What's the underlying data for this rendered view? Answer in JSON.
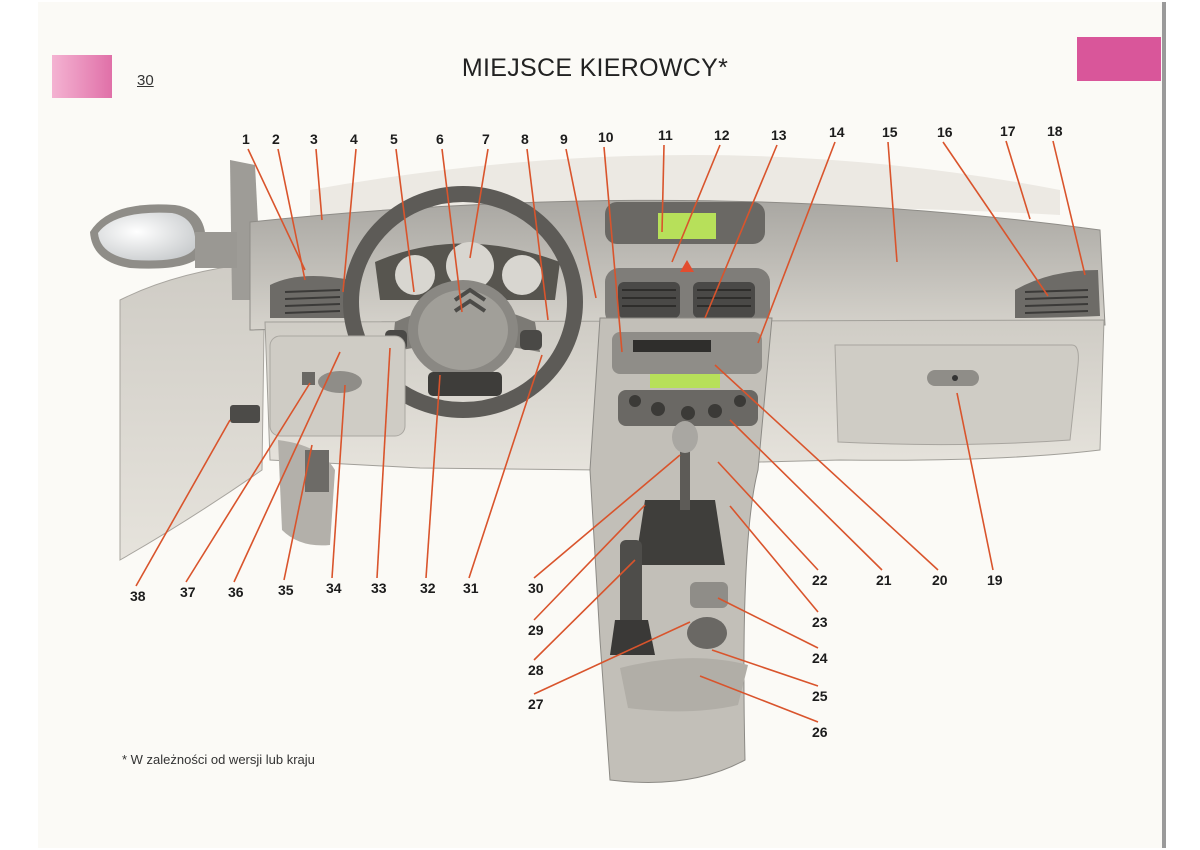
{
  "page": {
    "number": "30",
    "title": "MIEJSCE KIEROWCY*",
    "footnote": "* W zależności od wersji lub kraju"
  },
  "colors": {
    "accent_tab": "#d9569a",
    "leader_line": "#d9542c",
    "dashboard": "#c7c4bd",
    "display": "#b7e05a"
  },
  "callouts": [
    "1",
    "2",
    "3",
    "4",
    "5",
    "6",
    "7",
    "8",
    "9",
    "10",
    "11",
    "12",
    "13",
    "14",
    "15",
    "16",
    "17",
    "18",
    "19",
    "20",
    "21",
    "22",
    "23",
    "24",
    "25",
    "26",
    "27",
    "28",
    "29",
    "30",
    "31",
    "32",
    "33",
    "34",
    "35",
    "36",
    "37",
    "38"
  ],
  "figure": {
    "logo": "citroen-double-chevron"
  }
}
